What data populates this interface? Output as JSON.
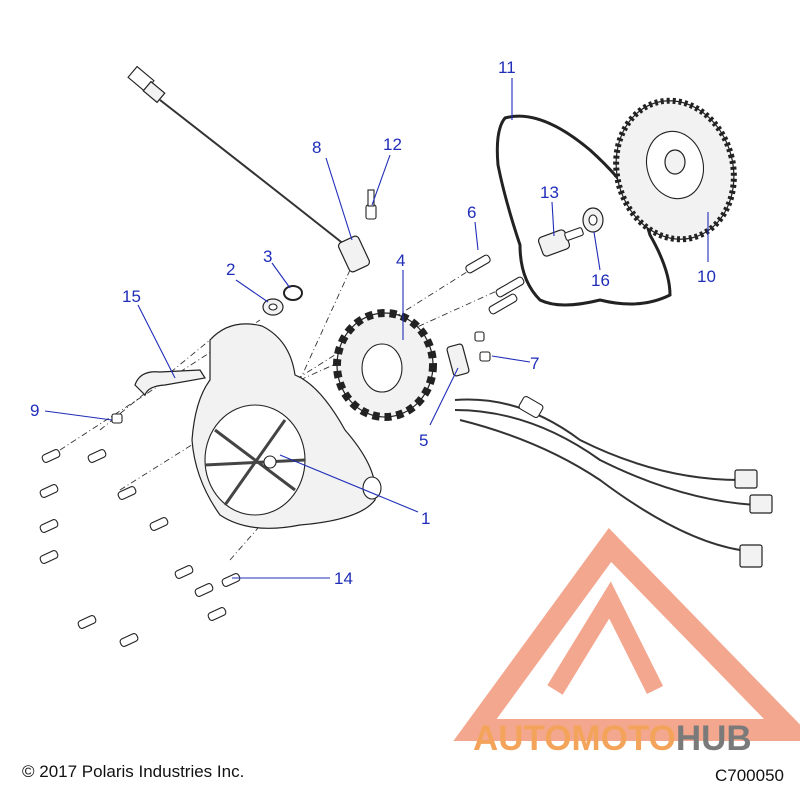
{
  "callouts": [
    {
      "id": "1",
      "label": "1"
    },
    {
      "id": "2",
      "label": "2"
    },
    {
      "id": "3",
      "label": "3"
    },
    {
      "id": "4",
      "label": "4"
    },
    {
      "id": "5",
      "label": "5"
    },
    {
      "id": "6",
      "label": "6"
    },
    {
      "id": "7",
      "label": "7"
    },
    {
      "id": "8",
      "label": "8"
    },
    {
      "id": "9",
      "label": "9"
    },
    {
      "id": "10",
      "label": "10"
    },
    {
      "id": "11",
      "label": "11"
    },
    {
      "id": "12",
      "label": "12"
    },
    {
      "id": "13",
      "label": "13"
    },
    {
      "id": "14",
      "label": "14"
    },
    {
      "id": "15",
      "label": "15"
    },
    {
      "id": "16",
      "label": "16"
    }
  ],
  "footer": {
    "copyright": "© 2017 Polaris Industries Inc.",
    "diagram_code": "C700050"
  },
  "watermark": {
    "text_part1": "AUTOMOTO",
    "text_part2": "HUB",
    "color_primary": "#f08a6a",
    "color_accent": "#f4b84a",
    "color_dark": "#7a7a7a"
  },
  "colors": {
    "callout": "#1f2db8",
    "line_art": "#222222"
  }
}
